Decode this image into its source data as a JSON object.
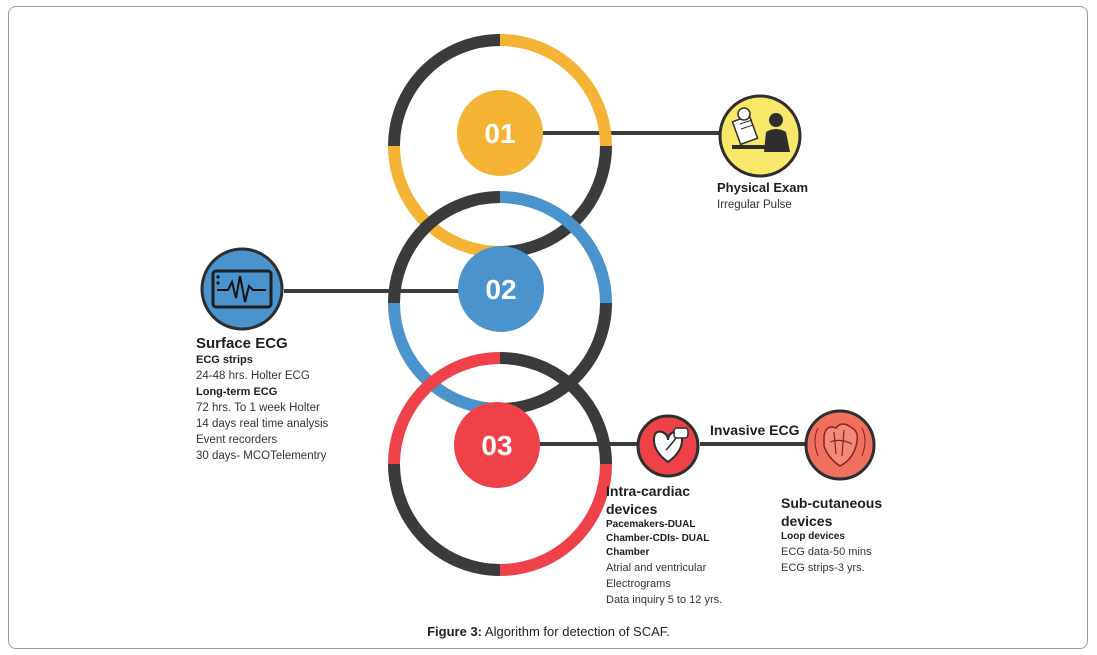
{
  "colors": {
    "yellow": "#f5b335",
    "blue": "#4a93cd",
    "red": "#ee4148",
    "dark": "#3b3b3b"
  },
  "steps": [
    {
      "number": "01"
    },
    {
      "number": "02"
    },
    {
      "number": "03"
    }
  ],
  "physical_exam": {
    "title": "Physical Exam",
    "lines": [
      "Irregular Pulse"
    ]
  },
  "surface_ecg": {
    "title": "Surface ECG",
    "subheading1": "ECG strips",
    "line1": "24-48 hrs. Holter ECG",
    "subheading2": "Long-term ECG",
    "lines2": [
      "72 hrs.  To 1 week Holter",
      "14 days real time analysis",
      "Event recorders",
      "30 days- MCOTelementry"
    ]
  },
  "invasive_label": "Invasive ECG",
  "intracardiac": {
    "title_line1": "Intra-cardiac",
    "title_line2": "devices",
    "bold_lines": [
      "Pacemakers-DUAL",
      "Chamber-CDIs- DUAL",
      "Chamber"
    ],
    "lines": [
      "Atrial and ventricular",
      "Electrograms",
      "Data inquiry 5 to 12 yrs."
    ]
  },
  "subcutaneous": {
    "title_line1": "Sub-cutaneous",
    "title_line2": "devices",
    "bold_line": "Loop devices",
    "lines": [
      "ECG data-50 mins",
      "ECG strips-3 yrs."
    ]
  },
  "icons": [
    "doctor-patient-icon",
    "ecg-monitor-icon",
    "pacemaker-heart-icon",
    "subcutaneous-heart-icon"
  ],
  "caption": {
    "label": "Figure 3:",
    "text": " Algorithm for detection of SCAF."
  }
}
